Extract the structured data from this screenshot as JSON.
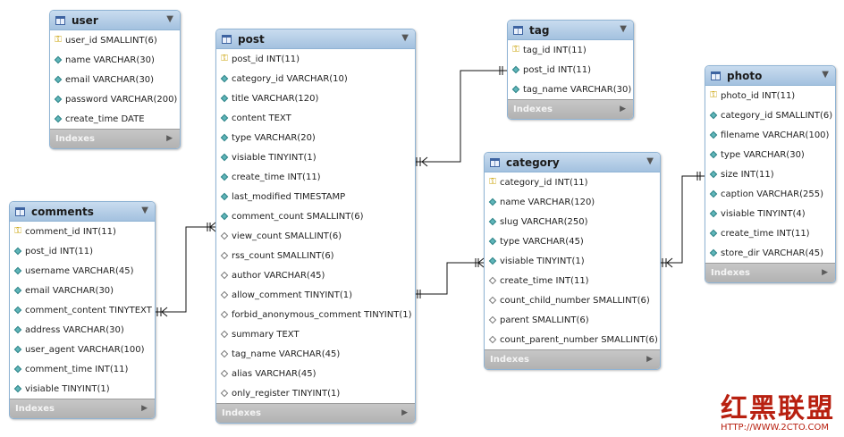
{
  "tables": {
    "user": {
      "name": "user",
      "footer": "Indexes",
      "columns": [
        {
          "text": "user_id SMALLINT(6)",
          "kind": "pk"
        },
        {
          "text": "name VARCHAR(30)",
          "kind": "col"
        },
        {
          "text": "email VARCHAR(30)",
          "kind": "col"
        },
        {
          "text": "password VARCHAR(200)",
          "kind": "col"
        },
        {
          "text": "create_time DATE",
          "kind": "col"
        }
      ]
    },
    "post": {
      "name": "post",
      "footer": "Indexes",
      "columns": [
        {
          "text": "post_id INT(11)",
          "kind": "pk"
        },
        {
          "text": "category_id VARCHAR(10)",
          "kind": "col"
        },
        {
          "text": "title VARCHAR(120)",
          "kind": "col"
        },
        {
          "text": "content TEXT",
          "kind": "col"
        },
        {
          "text": "type VARCHAR(20)",
          "kind": "col"
        },
        {
          "text": "visiable TINYINT(1)",
          "kind": "col"
        },
        {
          "text": "create_time INT(11)",
          "kind": "col"
        },
        {
          "text": "last_modified TIMESTAMP",
          "kind": "col"
        },
        {
          "text": "comment_count SMALLINT(6)",
          "kind": "col"
        },
        {
          "text": "view_count SMALLINT(6)",
          "kind": "null"
        },
        {
          "text": "rss_count SMALLINT(6)",
          "kind": "null"
        },
        {
          "text": "author VARCHAR(45)",
          "kind": "null"
        },
        {
          "text": "allow_comment TINYINT(1)",
          "kind": "null"
        },
        {
          "text": "forbid_anonymous_comment TINYINT(1)",
          "kind": "null"
        },
        {
          "text": "summary TEXT",
          "kind": "null"
        },
        {
          "text": "tag_name VARCHAR(45)",
          "kind": "null"
        },
        {
          "text": "alias VARCHAR(45)",
          "kind": "null"
        },
        {
          "text": "only_register TINYINT(1)",
          "kind": "null"
        }
      ]
    },
    "tag": {
      "name": "tag",
      "footer": "Indexes",
      "columns": [
        {
          "text": "tag_id INT(11)",
          "kind": "pk"
        },
        {
          "text": "post_id INT(11)",
          "kind": "col"
        },
        {
          "text": "tag_name VARCHAR(30)",
          "kind": "col"
        }
      ]
    },
    "category": {
      "name": "category",
      "footer": "Indexes",
      "columns": [
        {
          "text": "category_id INT(11)",
          "kind": "pk"
        },
        {
          "text": "name VARCHAR(120)",
          "kind": "col"
        },
        {
          "text": "slug VARCHAR(250)",
          "kind": "col"
        },
        {
          "text": "type VARCHAR(45)",
          "kind": "col"
        },
        {
          "text": "visiable TINYINT(1)",
          "kind": "col"
        },
        {
          "text": "create_time INT(11)",
          "kind": "null"
        },
        {
          "text": "count_child_number SMALLINT(6)",
          "kind": "null"
        },
        {
          "text": "parent SMALLINT(6)",
          "kind": "null"
        },
        {
          "text": "count_parent_number SMALLINT(6)",
          "kind": "null"
        }
      ]
    },
    "photo": {
      "name": "photo",
      "footer": "Indexes",
      "columns": [
        {
          "text": "photo_id INT(11)",
          "kind": "pk"
        },
        {
          "text": "category_id SMALLINT(6)",
          "kind": "col"
        },
        {
          "text": "filename VARCHAR(100)",
          "kind": "col"
        },
        {
          "text": "type VARCHAR(30)",
          "kind": "col"
        },
        {
          "text": "size INT(11)",
          "kind": "col"
        },
        {
          "text": "caption VARCHAR(255)",
          "kind": "col"
        },
        {
          "text": "visiable TINYINT(4)",
          "kind": "col"
        },
        {
          "text": "create_time INT(11)",
          "kind": "col"
        },
        {
          "text": "store_dir VARCHAR(45)",
          "kind": "col"
        }
      ]
    },
    "comments": {
      "name": "comments",
      "footer": "Indexes",
      "columns": [
        {
          "text": "comment_id INT(11)",
          "kind": "pk"
        },
        {
          "text": "post_id INT(11)",
          "kind": "col"
        },
        {
          "text": "username VARCHAR(45)",
          "kind": "col"
        },
        {
          "text": "email VARCHAR(30)",
          "kind": "col"
        },
        {
          "text": "comment_content TINYTEXT",
          "kind": "col"
        },
        {
          "text": "address VARCHAR(30)",
          "kind": "col"
        },
        {
          "text": "user_agent VARCHAR(100)",
          "kind": "col"
        },
        {
          "text": "comment_time INT(11)",
          "kind": "col"
        },
        {
          "text": "visiable TINYINT(1)",
          "kind": "col"
        }
      ]
    }
  },
  "watermark": {
    "cn": "红黑联盟",
    "url": "HTTP://WWW.2CTO.COM"
  },
  "colors": {
    "header": "#a3c1df",
    "footer": "#b2b2b2",
    "line": "#111111",
    "watermark": "#b82010"
  }
}
